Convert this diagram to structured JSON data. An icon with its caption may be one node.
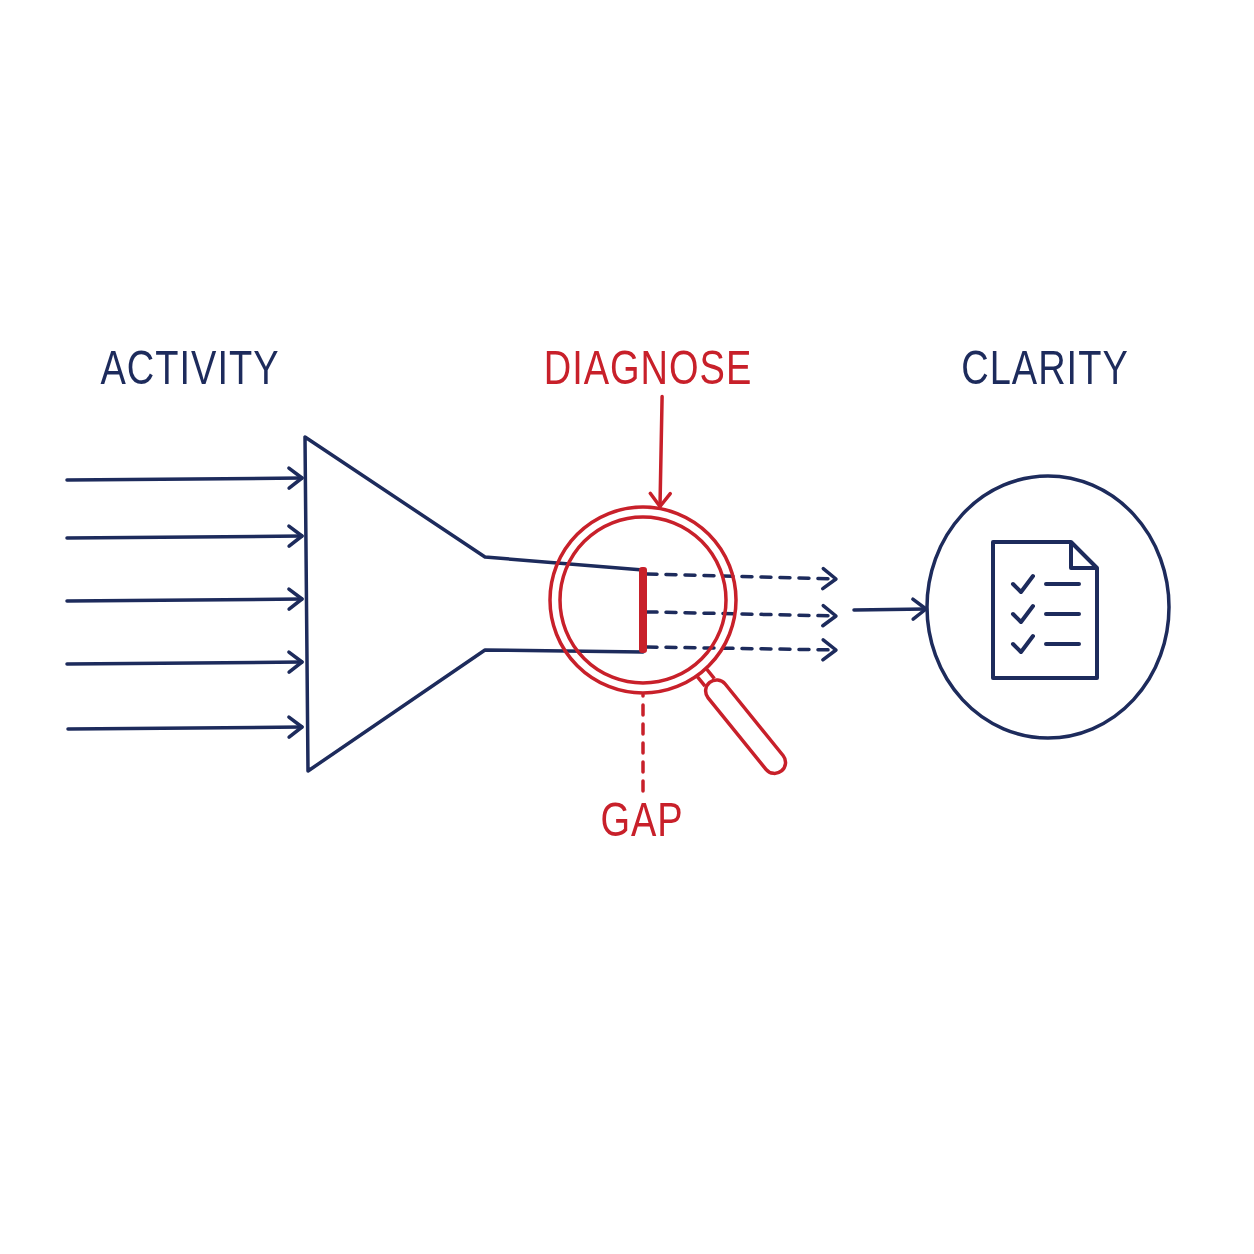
{
  "diagram": {
    "nodes": [
      {
        "text": [],
        "shape": "funnel"
      },
      {
        "text": [
          "DIAGNOSE"
        ]
      },
      {
        "text": [],
        "shape": "picture"
      },
      {
        "text": [],
        "shape": "bar"
      },
      {
        "text": [
          "GAP"
        ]
      },
      {
        "text": [],
        "shape": "circle"
      }
    ],
    "edges": [
      {
        "from": null,
        "to": 0,
        "arrow": "to"
      },
      {
        "from": null,
        "to": 0,
        "arrow": "to"
      },
      {
        "from": null,
        "to": 0,
        "arrow": "to"
      },
      {
        "from": null,
        "to": 0,
        "arrow": "to"
      },
      {
        "from": null,
        "to": 0,
        "arrow": "to"
      },
      {
        "from": 1,
        "to": 2,
        "arrow": "to",
        "color": "#c8202a"
      },
      {
        "from": 4,
        "to": 2,
        "arrow": "none",
        "style": "dashed",
        "color": "#c8202a"
      },
      {
        "from": 3,
        "to": null,
        "arrow": "to",
        "style": "dashed"
      },
      {
        "from": 3,
        "to": null,
        "arrow": "to",
        "style": "dashed"
      },
      {
        "from": 3,
        "to": null,
        "arrow": "to",
        "style": "dashed"
      },
      {
        "from": null,
        "to": 5,
        "arrow": "to"
      }
    ],
    "labels": [
      "ACTIVITY",
      "CLARITY"
    ]
  }
}
